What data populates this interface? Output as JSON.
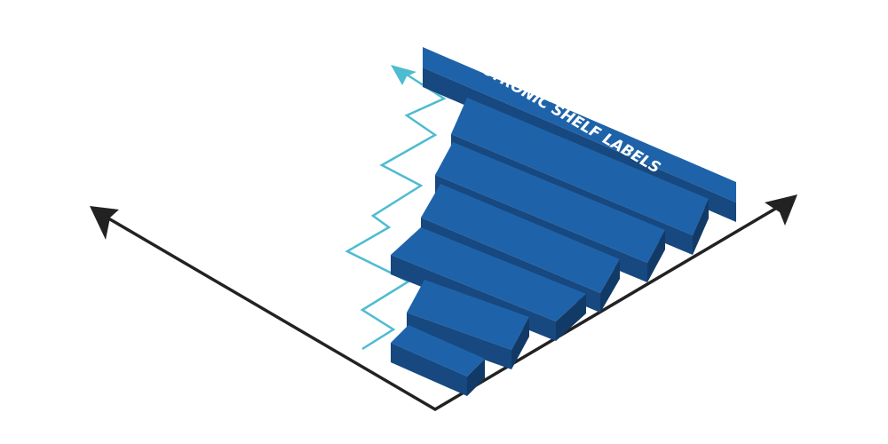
{
  "label": "ELECTRONIC SHELF LABELS",
  "bars": [
    {
      "level": 1
    },
    {
      "level": 2
    },
    {
      "level": 3
    },
    {
      "level": 4
    },
    {
      "level": 5
    },
    {
      "level": 6
    },
    {
      "level": 7
    }
  ],
  "colors": {
    "axis": "#222222",
    "trend": "#4dbcd0",
    "bar_top": "#1e63aa",
    "bar_front": "#17487f",
    "bar_side": "#123a67",
    "text": "#ffffff"
  }
}
